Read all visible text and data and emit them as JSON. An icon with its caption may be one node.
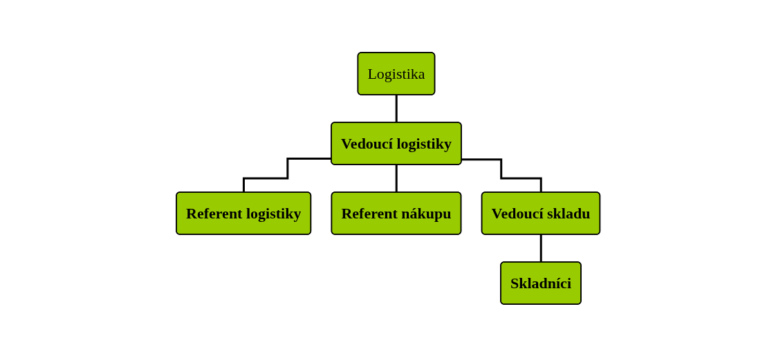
{
  "diagram": {
    "nodes": [
      {
        "text": [
          "Logistika"
        ]
      },
      {
        "text": [
          "Vedoucí logistiky"
        ]
      },
      {
        "text": [
          "Referent logistiky"
        ]
      },
      {
        "text": [
          "Referent nákupu"
        ]
      },
      {
        "text": [
          "Vedoucí skladu"
        ]
      },
      {
        "text": [
          "Skladníci"
        ]
      }
    ],
    "edges": [
      {
        "from": 0,
        "to": 1,
        "arrow": "none"
      },
      {
        "from": 1,
        "to": 2,
        "arrow": "none"
      },
      {
        "from": 1,
        "to": 3,
        "arrow": "none"
      },
      {
        "from": 1,
        "to": 4,
        "arrow": "none"
      },
      {
        "from": 4,
        "to": 5,
        "arrow": "none"
      }
    ]
  }
}
